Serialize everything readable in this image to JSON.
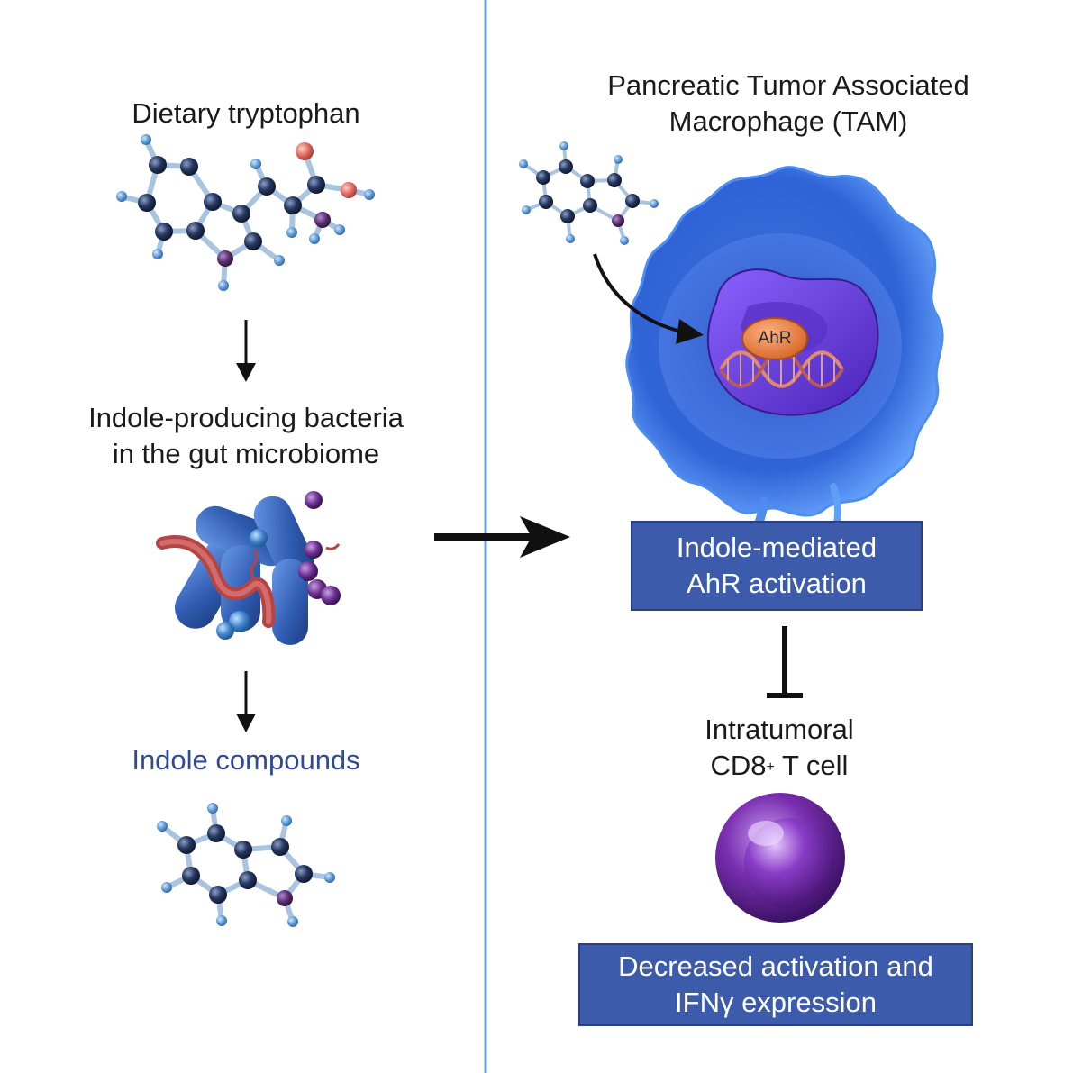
{
  "left": {
    "tryptophan_label": "Dietary tryptophan",
    "bacteria_label_line1": "Indole-producing bacteria",
    "bacteria_label_line2": "in the gut microbiome",
    "indole_label": "Indole compounds"
  },
  "right": {
    "tam_label_line1": "Pancreatic Tumor Associated",
    "tam_label_line2": "Macrophage (TAM)",
    "ahr_label": "AhR",
    "activation_box_line1": "Indole-mediated",
    "activation_box_line2": "AhR activation",
    "tcell_label_line1": "Intratumoral",
    "tcell_label_cd8": "CD8",
    "tcell_label_sup": "+",
    "tcell_label_rest": " T cell",
    "outcome_box_line1": "Decreased activation and",
    "outcome_box_line2": "IFNγ expression"
  },
  "colors": {
    "divider": "#6aa0d8",
    "box_fill": "#3c5bab",
    "box_text": "#ffffff",
    "indole_text": "#2f4a93",
    "macrophage": "#2f6fe0",
    "nucleus": "#6a3fd0",
    "ahr": "#e07a3a",
    "tcell": "#7a2fb0"
  }
}
